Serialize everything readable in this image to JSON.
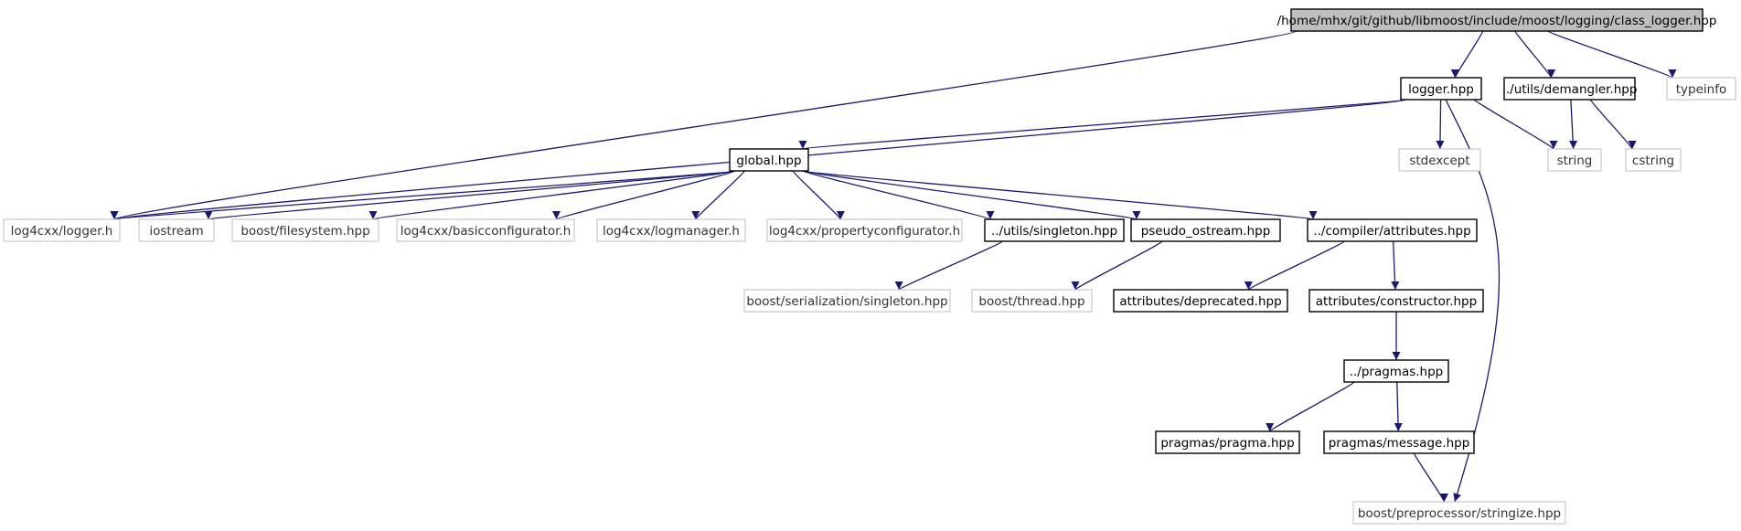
{
  "colors": {
    "edge": "#191970",
    "root_fill": "#bfbfbf",
    "node_fill": "#ffffff",
    "node_border": "#000000",
    "external_border": "#bfbfbf"
  },
  "nodes": [
    {
      "id": "root",
      "label": "/home/mhx/git/github/libmoost/include/moost/logging/class_logger.hpp",
      "kind": "root"
    },
    {
      "id": "logger_hpp",
      "label": "logger.hpp",
      "kind": "local"
    },
    {
      "id": "demangler",
      "label": "../utils/demangler.hpp",
      "kind": "local"
    },
    {
      "id": "typeinfo",
      "label": "typeinfo",
      "kind": "external"
    },
    {
      "id": "global",
      "label": "global.hpp",
      "kind": "local"
    },
    {
      "id": "stdexcept",
      "label": "stdexcept",
      "kind": "external"
    },
    {
      "id": "string",
      "label": "string",
      "kind": "external"
    },
    {
      "id": "cstring",
      "label": "cstring",
      "kind": "external"
    },
    {
      "id": "log4cxx_logger",
      "label": "log4cxx/logger.h",
      "kind": "external"
    },
    {
      "id": "iostream",
      "label": "iostream",
      "kind": "external"
    },
    {
      "id": "boost_fs",
      "label": "boost/filesystem.hpp",
      "kind": "external"
    },
    {
      "id": "basicconf",
      "label": "log4cxx/basicconfigurator.h",
      "kind": "external"
    },
    {
      "id": "logmanager",
      "label": "log4cxx/logmanager.h",
      "kind": "external"
    },
    {
      "id": "propconf",
      "label": "log4cxx/propertyconfigurator.h",
      "kind": "external"
    },
    {
      "id": "singleton",
      "label": "../utils/singleton.hpp",
      "kind": "local"
    },
    {
      "id": "pseudo",
      "label": "pseudo_ostream.hpp",
      "kind": "local"
    },
    {
      "id": "attributes",
      "label": "../compiler/attributes.hpp",
      "kind": "local"
    },
    {
      "id": "boost_ser",
      "label": "boost/serialization/singleton.hpp",
      "kind": "external"
    },
    {
      "id": "boost_thread",
      "label": "boost/thread.hpp",
      "kind": "external"
    },
    {
      "id": "deprecated",
      "label": "attributes/deprecated.hpp",
      "kind": "local"
    },
    {
      "id": "constructor",
      "label": "attributes/constructor.hpp",
      "kind": "local"
    },
    {
      "id": "pragmas",
      "label": "../pragmas.hpp",
      "kind": "local"
    },
    {
      "id": "pragma",
      "label": "pragmas/pragma.hpp",
      "kind": "local"
    },
    {
      "id": "message",
      "label": "pragmas/message.hpp",
      "kind": "local"
    },
    {
      "id": "stringize",
      "label": "boost/preprocessor/stringize.hpp",
      "kind": "external"
    }
  ],
  "edges": [
    [
      "root",
      "logger_hpp"
    ],
    [
      "root",
      "demangler"
    ],
    [
      "root",
      "typeinfo"
    ],
    [
      "root",
      "log4cxx_logger"
    ],
    [
      "logger_hpp",
      "global"
    ],
    [
      "logger_hpp",
      "stdexcept"
    ],
    [
      "logger_hpp",
      "string"
    ],
    [
      "logger_hpp",
      "log4cxx_logger"
    ],
    [
      "logger_hpp",
      "stringize"
    ],
    [
      "demangler",
      "string"
    ],
    [
      "demangler",
      "cstring"
    ],
    [
      "global",
      "log4cxx_logger"
    ],
    [
      "global",
      "iostream"
    ],
    [
      "global",
      "boost_fs"
    ],
    [
      "global",
      "basicconf"
    ],
    [
      "global",
      "logmanager"
    ],
    [
      "global",
      "propconf"
    ],
    [
      "global",
      "singleton"
    ],
    [
      "global",
      "pseudo"
    ],
    [
      "global",
      "attributes"
    ],
    [
      "singleton",
      "boost_ser"
    ],
    [
      "pseudo",
      "boost_thread"
    ],
    [
      "attributes",
      "deprecated"
    ],
    [
      "attributes",
      "constructor"
    ],
    [
      "constructor",
      "pragmas"
    ],
    [
      "pragmas",
      "pragma"
    ],
    [
      "pragmas",
      "message"
    ],
    [
      "message",
      "stringize"
    ]
  ]
}
